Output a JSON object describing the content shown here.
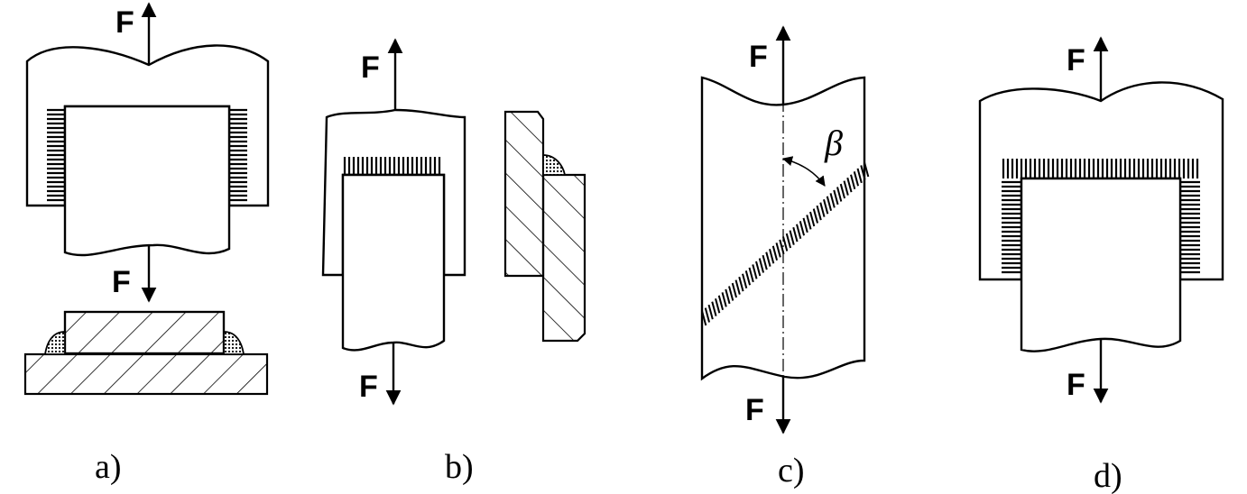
{
  "force_label": "F",
  "angle_label": "β",
  "panels": [
    {
      "id": "a",
      "label": "a)"
    },
    {
      "id": "b",
      "label": "b)"
    },
    {
      "id": "c",
      "label": "c)"
    },
    {
      "id": "d",
      "label": "d)"
    }
  ],
  "colors": {
    "ink": "#000000",
    "background": "#ffffff",
    "weld_fill": "#999999"
  }
}
